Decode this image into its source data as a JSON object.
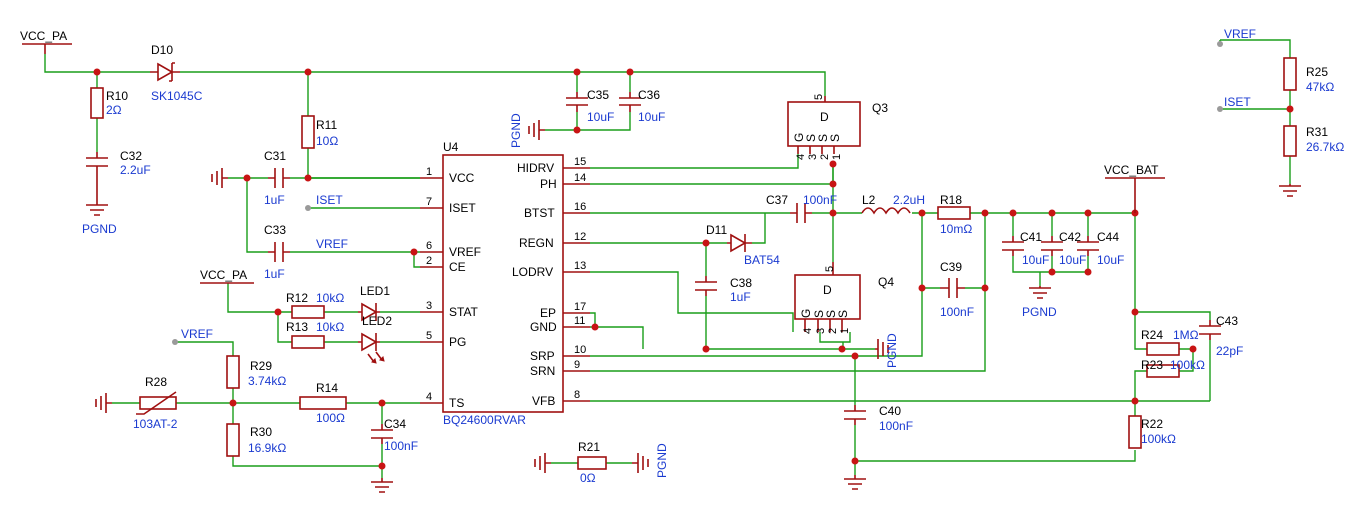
{
  "nets": {
    "vcc_pa_top": "VCC_PA",
    "vcc_pa_mid": "VCC_PA",
    "vref_right": "VREF",
    "iset_right": "ISET",
    "iset_mid": "ISET",
    "vref_mid": "VREF",
    "vref_left": "VREF",
    "vcc_bat": "VCC_BAT",
    "pgnd_c32": "PGND",
    "pgnd_c35": "PGND",
    "pgnd_q4": "PGND",
    "pgnd_c41": "PGND",
    "pgnd_r21": "PGND"
  },
  "components": {
    "d10": {
      "ref": "D10",
      "value": "SK1045C"
    },
    "r10": {
      "ref": "R10",
      "value": "2Ω"
    },
    "c32": {
      "ref": "C32",
      "value": "2.2uF"
    },
    "r11": {
      "ref": "R11",
      "value": "10Ω"
    },
    "c31": {
      "ref": "C31",
      "value": "1uF"
    },
    "c33": {
      "ref": "C33",
      "value": "1uF"
    },
    "c35": {
      "ref": "C35",
      "value": "10uF"
    },
    "c36": {
      "ref": "C36",
      "value": "10uF"
    },
    "q3": {
      "ref": "Q3"
    },
    "q4": {
      "ref": "Q4"
    },
    "u4": {
      "ref": "U4",
      "value": "BQ24600RVAR"
    },
    "c37": {
      "ref": "C37",
      "value": "100nF"
    },
    "l2": {
      "ref": "L2",
      "value": "2.2uH"
    },
    "r18": {
      "ref": "R18",
      "value": "10mΩ"
    },
    "d11": {
      "ref": "D11",
      "value": "BAT54"
    },
    "c38": {
      "ref": "C38",
      "value": "1uF"
    },
    "c39": {
      "ref": "C39",
      "value": "100nF"
    },
    "c40": {
      "ref": "C40",
      "value": "100nF"
    },
    "c41": {
      "ref": "C41",
      "value": "10uF"
    },
    "c42": {
      "ref": "C42",
      "value": "10uF"
    },
    "c44": {
      "ref": "C44",
      "value": "10uF"
    },
    "c43": {
      "ref": "C43",
      "value": "22pF"
    },
    "r24": {
      "ref": "R24",
      "value": "1MΩ"
    },
    "r23": {
      "ref": "R23",
      "value": "100kΩ"
    },
    "r22": {
      "ref": "R22",
      "value": "100kΩ"
    },
    "r25": {
      "ref": "R25",
      "value": "47kΩ"
    },
    "r31": {
      "ref": "R31",
      "value": "26.7kΩ"
    },
    "r12": {
      "ref": "R12",
      "value": "10kΩ"
    },
    "r13": {
      "ref": "R13",
      "value": "10kΩ"
    },
    "led1": {
      "ref": "LED1"
    },
    "led2": {
      "ref": "LED2"
    },
    "r29": {
      "ref": "R29",
      "value": "3.74kΩ"
    },
    "r30": {
      "ref": "R30",
      "value": "16.9kΩ"
    },
    "r28": {
      "ref": "R28",
      "value": "103AT-2"
    },
    "r14": {
      "ref": "R14",
      "value": "100Ω"
    },
    "c34": {
      "ref": "C34",
      "value": "100nF"
    },
    "r21": {
      "ref": "R21",
      "value": "0Ω"
    }
  },
  "u4_pins": {
    "left": [
      {
        "name": "VCC",
        "num": "1"
      },
      {
        "name": "ISET",
        "num": "7"
      },
      {
        "name": "VREF",
        "num": "6"
      },
      {
        "name": "CE",
        "num": "2"
      },
      {
        "name": "STAT",
        "num": "3"
      },
      {
        "name": "PG",
        "num": "5"
      },
      {
        "name": "TS",
        "num": "4"
      }
    ],
    "right": [
      {
        "name": "HIDRV",
        "num": "15"
      },
      {
        "name": "PH",
        "num": "14"
      },
      {
        "name": "BTST",
        "num": "16"
      },
      {
        "name": "REGN",
        "num": "12"
      },
      {
        "name": "LODRV",
        "num": "13"
      },
      {
        "name": "EP",
        "num": "17"
      },
      {
        "name": "GND",
        "num": "11"
      },
      {
        "name": "SRP",
        "num": "10"
      },
      {
        "name": "SRN",
        "num": "9"
      },
      {
        "name": "VFB",
        "num": "8"
      }
    ]
  },
  "mosfet_pins": {
    "d": "D",
    "g": "G",
    "s": "S",
    "n5": "5",
    "n4": "4",
    "n3": "3",
    "n2": "2",
    "n1": "1"
  }
}
